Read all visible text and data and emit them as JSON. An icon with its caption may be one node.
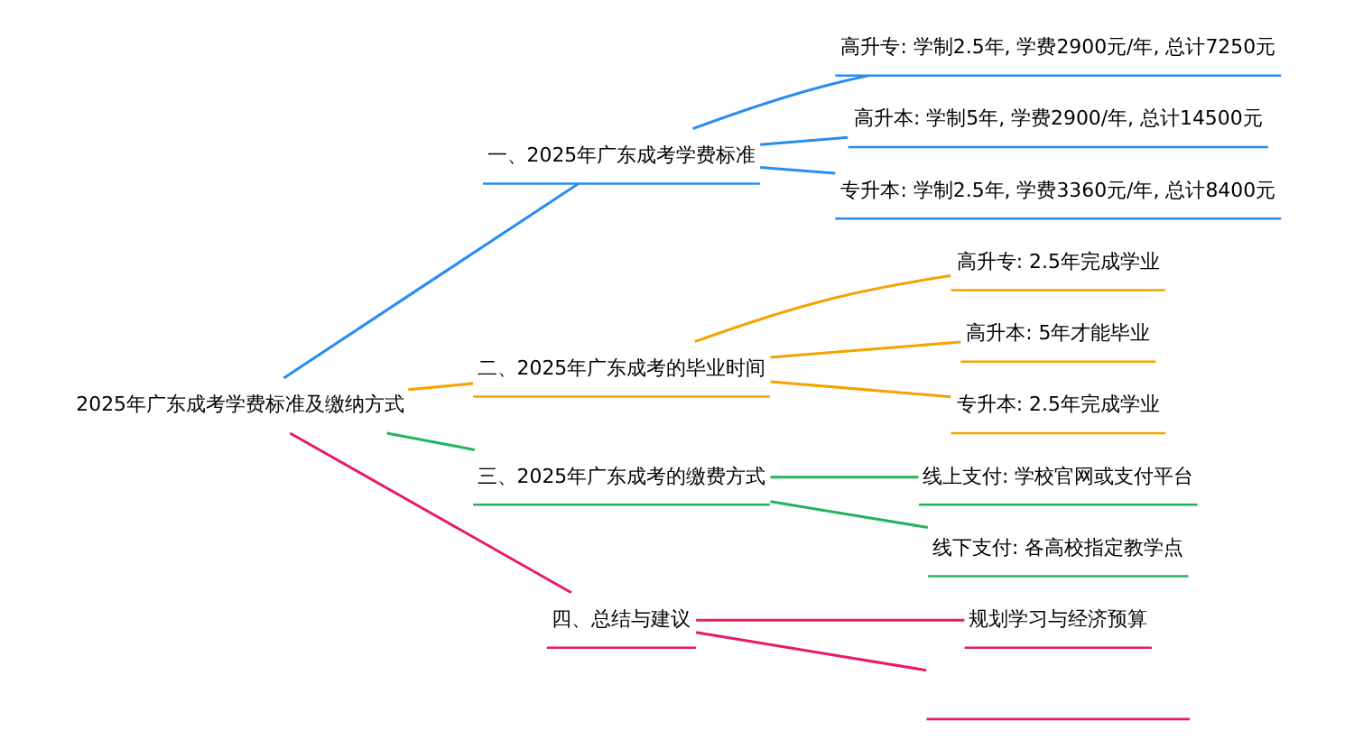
{
  "diagram": {
    "nodes": [
      {
        "text": [
          "2025年广东成考学费标准及缴纳方式"
        ]
      },
      {
        "text": [
          "一、2025年广东成考学费标准"
        ]
      },
      {
        "text": [
          "高升专: 学制2.5年, 学费2900元/年, 总计7250元"
        ]
      },
      {
        "text": [
          "高升本: 学制5年, 学费2900/年, 总计14500元"
        ]
      },
      {
        "text": [
          "专升本: 学制2.5年, 学费3360元/年, 总计8400元"
        ]
      },
      {
        "text": [
          "二、2025年广东成考的毕业时间"
        ]
      },
      {
        "text": [
          "高升专: 2.5年完成学业"
        ]
      },
      {
        "text": [
          "高升本: 5年才能毕业"
        ]
      },
      {
        "text": [
          "专升本: 2.5年完成学业"
        ]
      },
      {
        "text": [
          "三、2025年广东成考的缴费方式"
        ]
      },
      {
        "text": [
          "线上支付: 学校官网或支付平台"
        ]
      },
      {
        "text": [
          "线下支付: 各高校指定教学点"
        ]
      },
      {
        "text": [
          "四、总结与建议"
        ]
      },
      {
        "text": [
          "规划学习与经济预算"
        ]
      },
      {
        "text": [],
        "shape": "underline"
      }
    ],
    "edges": [
      {
        "from": 0,
        "to": 1,
        "arrow": "none",
        "color": "#2a8cf0"
      },
      {
        "from": 1,
        "to": 2,
        "arrow": "none",
        "color": "#2a8cf0"
      },
      {
        "from": 1,
        "to": 3,
        "arrow": "none",
        "color": "#2a8cf0"
      },
      {
        "from": 1,
        "to": 4,
        "arrow": "none",
        "color": "#2a8cf0"
      },
      {
        "from": 0,
        "to": 5,
        "arrow": "none",
        "color": "#f5a300"
      },
      {
        "from": 5,
        "to": 6,
        "arrow": "none",
        "color": "#f5a300"
      },
      {
        "from": 5,
        "to": 7,
        "arrow": "none",
        "color": "#f5a300"
      },
      {
        "from": 5,
        "to": 8,
        "arrow": "none",
        "color": "#f5a300"
      },
      {
        "from": 0,
        "to": 9,
        "arrow": "none",
        "color": "#22b55a"
      },
      {
        "from": 9,
        "to": 10,
        "arrow": "none",
        "color": "#22b55a"
      },
      {
        "from": 9,
        "to": 11,
        "arrow": "none",
        "color": "#22b55a"
      },
      {
        "from": 0,
        "to": 12,
        "arrow": "none",
        "color": "#e8196c"
      },
      {
        "from": 12,
        "to": 13,
        "arrow": "none",
        "color": "#e8196c"
      },
      {
        "from": 12,
        "to": 14,
        "arrow": "none",
        "color": "#e8196c"
      }
    ]
  }
}
